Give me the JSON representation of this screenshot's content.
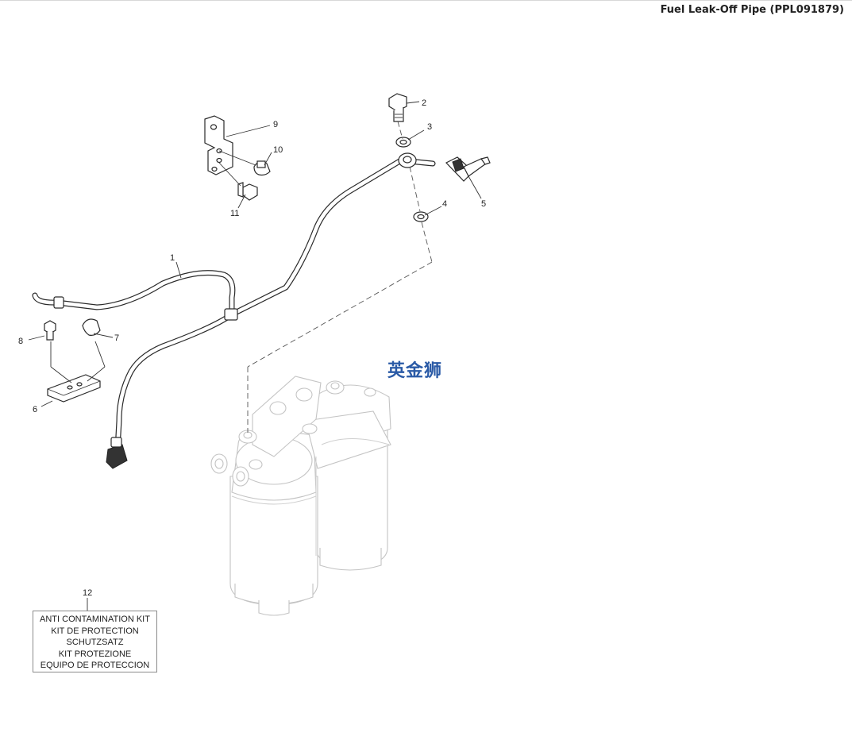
{
  "header": {
    "title": "Fuel Leak-Off Pipe (PPL091879)"
  },
  "watermark": "英金狮",
  "callouts": [
    "1",
    "2",
    "3",
    "4",
    "5",
    "6",
    "7",
    "8",
    "9",
    "10",
    "11",
    "12"
  ],
  "kit_label": {
    "lines": [
      "ANTI CONTAMINATION KIT",
      "KIT DE PROTECTION",
      "SCHUTZSATZ",
      "KIT PROTEZIONE",
      "EQUIPO DE PROTECCION"
    ]
  }
}
